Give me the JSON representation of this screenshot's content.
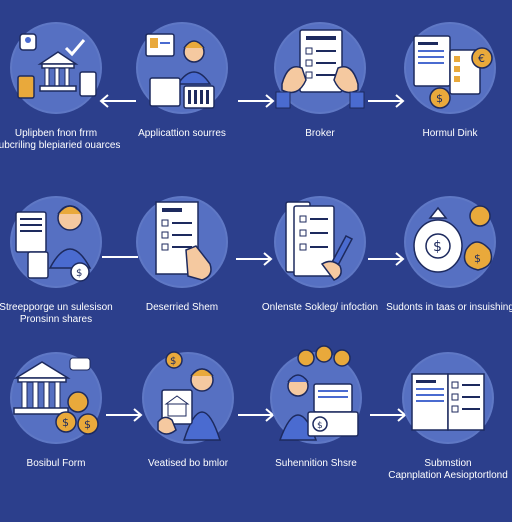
{
  "colors": {
    "background": "#2c3f8c",
    "circle": "#5670c2",
    "stroke": "#1d2a5e",
    "paper": "#ffffff",
    "gold": "#e9a93b",
    "skin": "#f5c9a0",
    "shirt": "#4a6bd0",
    "arrow": "#ffffff"
  },
  "nodes": [
    {
      "icon": "bank-building-shopping-icon",
      "lines": [
        "Uplipben fnon frrm",
        "Subcriling blepiaried ouarces"
      ]
    },
    {
      "icon": "person-computer-icon",
      "lines": [
        "Applicattion sourres"
      ]
    },
    {
      "icon": "hands-holding-form-icon",
      "lines": [
        "Broker"
      ]
    },
    {
      "icon": "documents-euro-coin-icon",
      "lines": [
        "Hormul Dink"
      ]
    },
    {
      "icon": "person-documents-coin-icon",
      "lines": [
        "Streepporge un sulesison",
        "Pronsinn shares"
      ]
    },
    {
      "icon": "checklist-hand-icon",
      "lines": [
        "Deserried Shem"
      ]
    },
    {
      "icon": "checklist-pen-icon",
      "lines": [
        "Onlenste Sokleg/ infoction"
      ]
    },
    {
      "icon": "money-bags-icon",
      "lines": [
        "Sudonts in taas or insuishing"
      ]
    },
    {
      "icon": "bank-coins-icon",
      "lines": [
        "Bosibul Form"
      ]
    },
    {
      "icon": "person-holding-bank-icon",
      "lines": [
        "Veatised bo bmlor"
      ]
    },
    {
      "icon": "person-laptop-coins-icon",
      "lines": [
        "Suhennition Shsre"
      ]
    },
    {
      "icon": "open-book-form-icon",
      "lines": [
        "Submstion",
        "Capnplation Aesioptortlond"
      ]
    }
  ],
  "arrows": [
    {
      "direction": "left"
    },
    {
      "direction": "right"
    },
    {
      "direction": "right"
    },
    {
      "direction": "line"
    },
    {
      "direction": "right"
    },
    {
      "direction": "right"
    },
    {
      "direction": "right"
    },
    {
      "direction": "right"
    },
    {
      "direction": "right"
    }
  ]
}
